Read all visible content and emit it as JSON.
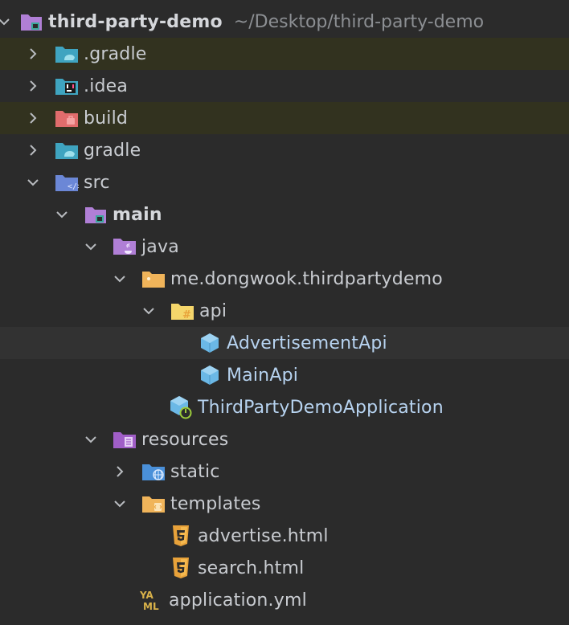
{
  "project": {
    "name": "third-party-demo",
    "path": "~/Desktop/third-party-demo"
  },
  "tree": {
    "gradle_hidden": ".gradle",
    "idea": ".idea",
    "build": "build",
    "gradle": "gradle",
    "src": "src",
    "main": "main",
    "java": "java",
    "package": "me.dongwook.thirdpartydemo",
    "api": "api",
    "advertisement_api": "AdvertisementApi",
    "main_api": "MainApi",
    "application_class": "ThirdPartyDemoApplication",
    "resources": "resources",
    "static": "static",
    "templates": "templates",
    "advertise_html": "advertise.html",
    "search_html": "search.html",
    "application_yml": "application.yml"
  },
  "icons": {
    "project": "module-folder-icon",
    "gradle_hidden": "gradle-folder-icon",
    "idea": "idea-folder-icon",
    "build": "excluded-folder-icon",
    "gradle": "gradle-folder-icon",
    "src": "source-folder-icon",
    "main": "module-folder-icon",
    "java": "java-source-folder-icon",
    "package": "package-folder-icon",
    "api": "package-folder-icon",
    "class": "java-class-icon",
    "app": "spring-boot-class-icon",
    "resources": "resources-folder-icon",
    "static": "web-folder-icon",
    "templates": "templates-folder-icon",
    "html": "html-file-icon",
    "yaml": "yaml-file-icon"
  },
  "colors": {
    "background": "#2b2b2b",
    "excluded_row": "#32321f",
    "folder_purple": "#b07fd6",
    "folder_teal": "#3fa4c0",
    "folder_red": "#e06c6c",
    "folder_blue_src": "#6b87d6",
    "folder_orange": "#f0b45a",
    "class_blue": "#6bb8e6",
    "html_orange": "#e8a23a"
  }
}
